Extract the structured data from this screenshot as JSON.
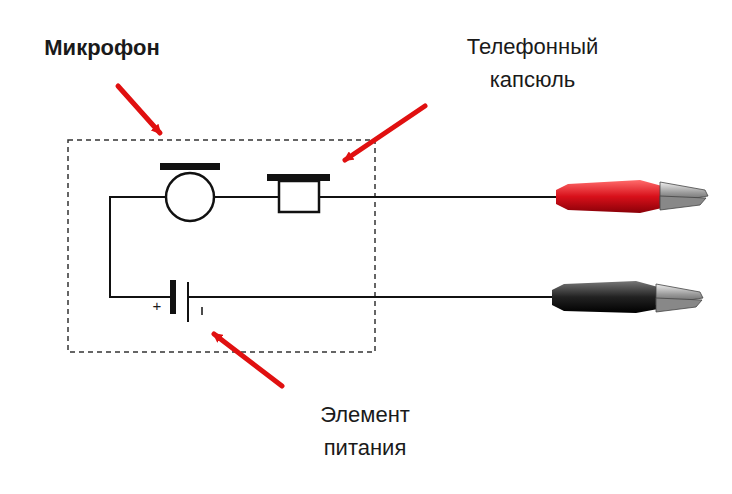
{
  "diagram": {
    "labels": [
      "Микрофон",
      "Телефонный капсюль",
      "Элемент питания",
      "+"
    ]
  }
}
